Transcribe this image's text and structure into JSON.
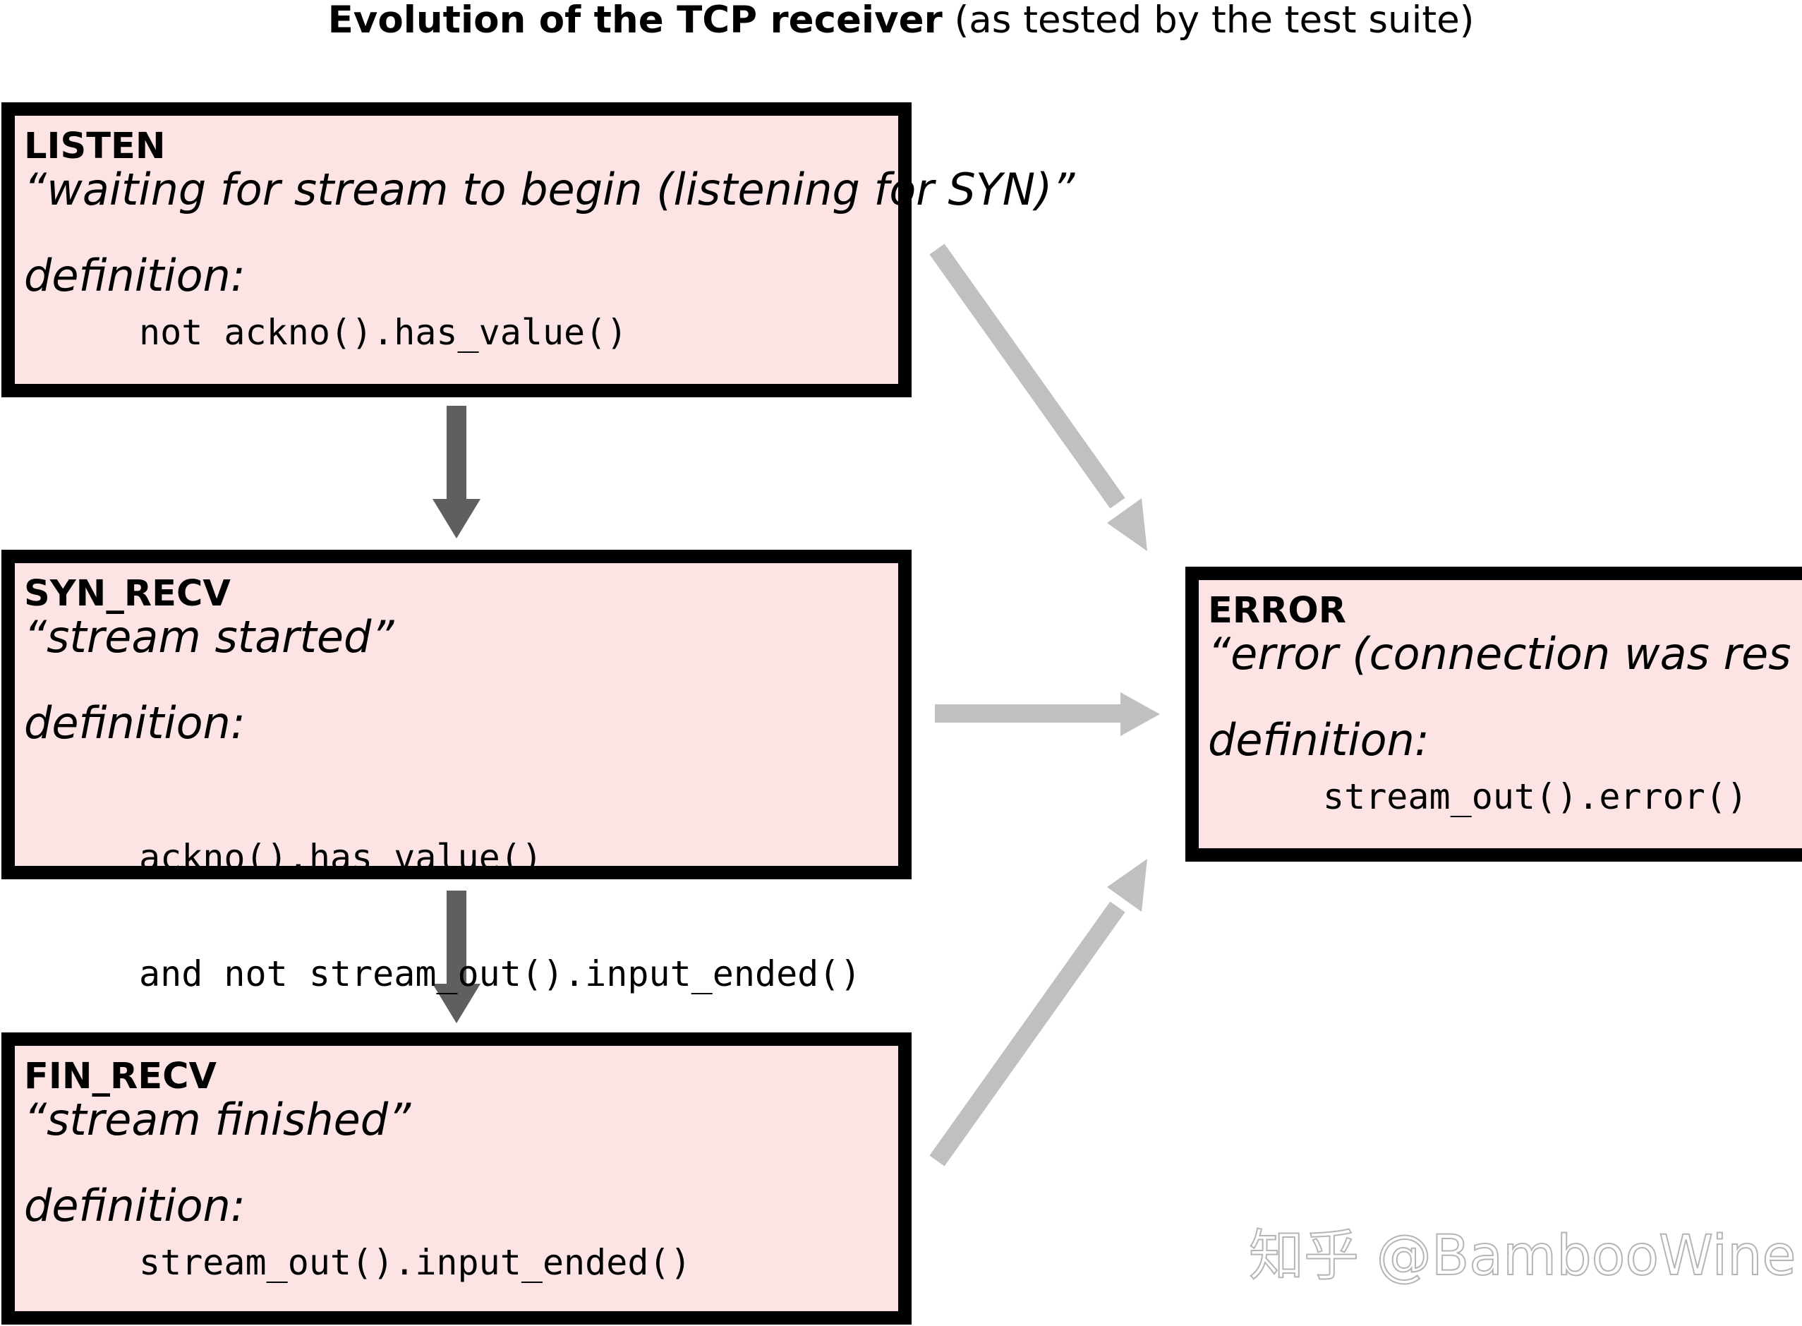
{
  "title": {
    "bold": "Evolution of the TCP receiver",
    "normal": "(as tested by the test suite)"
  },
  "states": {
    "listen": {
      "name": "LISTEN",
      "description": "“waiting for stream to begin (listening for SYN)”",
      "definition_label": "definition:",
      "definition_lines": [
        "not ackno().has_value()"
      ]
    },
    "syn_recv": {
      "name": "SYN_RECV",
      "description": "“stream started”",
      "definition_label": "definition:",
      "definition_lines": [
        "ackno().has_value()",
        "and not stream_out().input_ended()"
      ]
    },
    "fin_recv": {
      "name": "FIN_RECV",
      "description": "“stream finished”",
      "definition_label": "definition:",
      "definition_lines": [
        "stream_out().input_ended()"
      ]
    },
    "error": {
      "name": "ERROR",
      "description": "“error (connection was res",
      "definition_label": "definition:",
      "definition_lines": [
        "stream_out().error()"
      ]
    }
  },
  "colors": {
    "box_fill": "#fce4e4",
    "box_border": "#000000",
    "main_arrow": "#5f5f5f",
    "error_arrow": "#c0c0c0"
  },
  "watermark": "知乎 @BambooWine"
}
